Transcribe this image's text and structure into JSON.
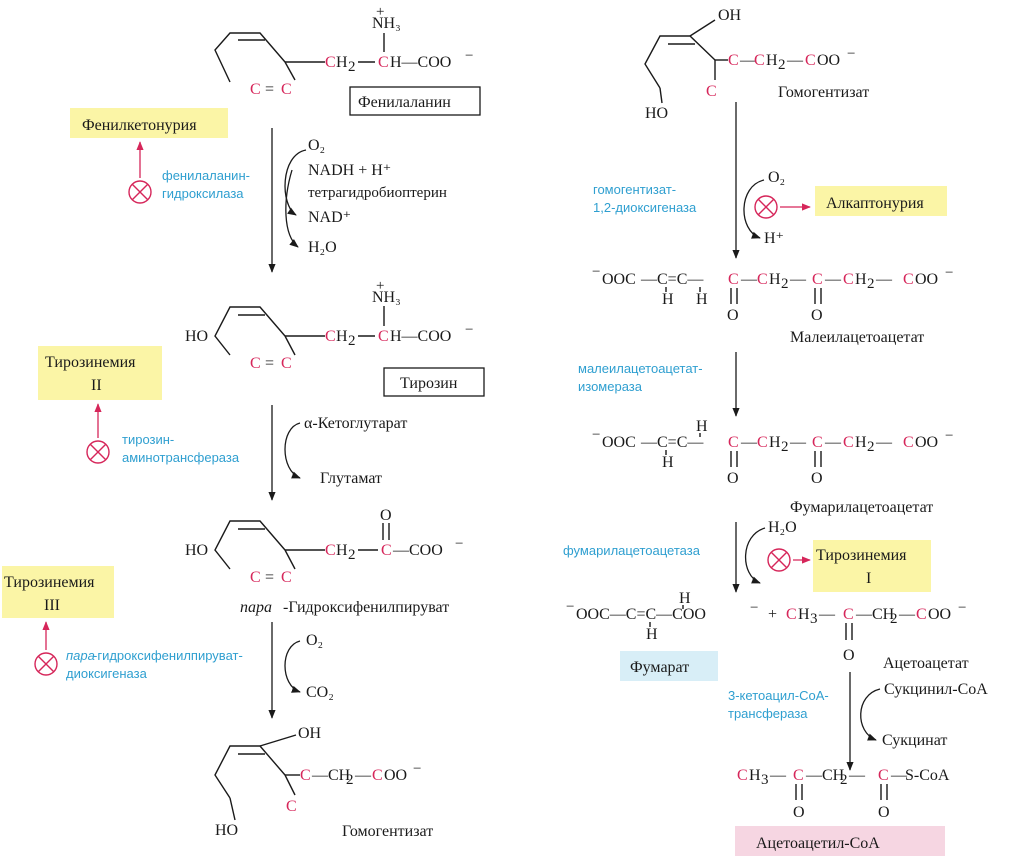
{
  "compounds": {
    "phenylalanine": "Фенилаланин",
    "tyrosine": "Тирозин",
    "hydroxyphenylpyruvate_prefix": "пара",
    "hydroxyphenylpyruvate_rest": "-Гидроксифенилпируват",
    "homogentisate": "Гомогентизат",
    "maleylacetoacetate": "Малеилацетоацетат",
    "fumarylacetoacetate": "Фумарилацетоацетат",
    "fumarate": "Фумарат",
    "acetoacetate": "Ацетоацетат",
    "acetoacetyl_coa": "Ацетоацетил-CoA"
  },
  "diseases": {
    "phenylketonuria": "Фенилкетонурия",
    "tyrosinemia2_line1": "Тирозинемия",
    "tyrosinemia2_line2": "II",
    "tyrosinemia3_line1": "Тирозинемия",
    "tyrosinemia3_line2": "III",
    "alkaptonuria": "Алкаптонурия",
    "tyrosinemia1_line1": "Тирозинемия",
    "tyrosinemia1_line2": "I"
  },
  "enzymes": {
    "pah_line1": "фенилаланин-",
    "pah_line2": "гидроксилаза",
    "tat_line1": "тирозин-",
    "tat_line2": "аминотрансфераза",
    "hppd_prefix": "пара",
    "hppd_line1_rest": "-гидроксифенилпируват-",
    "hppd_line2": "диоксигеназа",
    "hgd_line1": "гомогентизат-",
    "hgd_line2": "1,2-диоксигеназа",
    "mai_line1": "малеилацетоацетат-",
    "mai_line2": "изомераза",
    "fah": "фумарилацетоацетаза",
    "scot_line1": "3-кетоацил-CoA-",
    "scot_line2": "трансфераза"
  },
  "cofactors": {
    "o2_a": "O₂",
    "nadh": "NADH + H⁺",
    "bh4": "тетрагидробиоптерин",
    "nad": "NAD⁺",
    "h2o_a": "H₂O",
    "akg": "α-Кетоглутарат",
    "glutamate": "Глутамат",
    "o2_b": "O₂",
    "co2": "CO₂",
    "o2_c": "O₂",
    "h_plus": "H⁺",
    "h2o_b": "H₂O",
    "succinyl_coa": "Сукцинил-CoA",
    "succinate": "Сукцинат"
  },
  "formula": {
    "nh3": "NH₃",
    "plus": "+",
    "ch2": "CH₂",
    "ch": "CH",
    "coo": "COO",
    "minus": "−",
    "c": "C",
    "ho": "HO",
    "oh": "OH",
    "o": "O",
    "h": "H",
    "ooc": "OOC",
    "ch3": "CH₃",
    "s_coa": "S-CoA"
  },
  "colors": {
    "carbon_highlight": "#d6265a",
    "enzyme_text": "#2f9fd0",
    "disease_box": "#fbf5a6",
    "fumarate_box": "#d8eef7",
    "acetoacetyl_box": "#f6d6e2",
    "block_symbol": "#d6265a"
  },
  "icons": {
    "block": "circled-x-inhibition-icon"
  }
}
